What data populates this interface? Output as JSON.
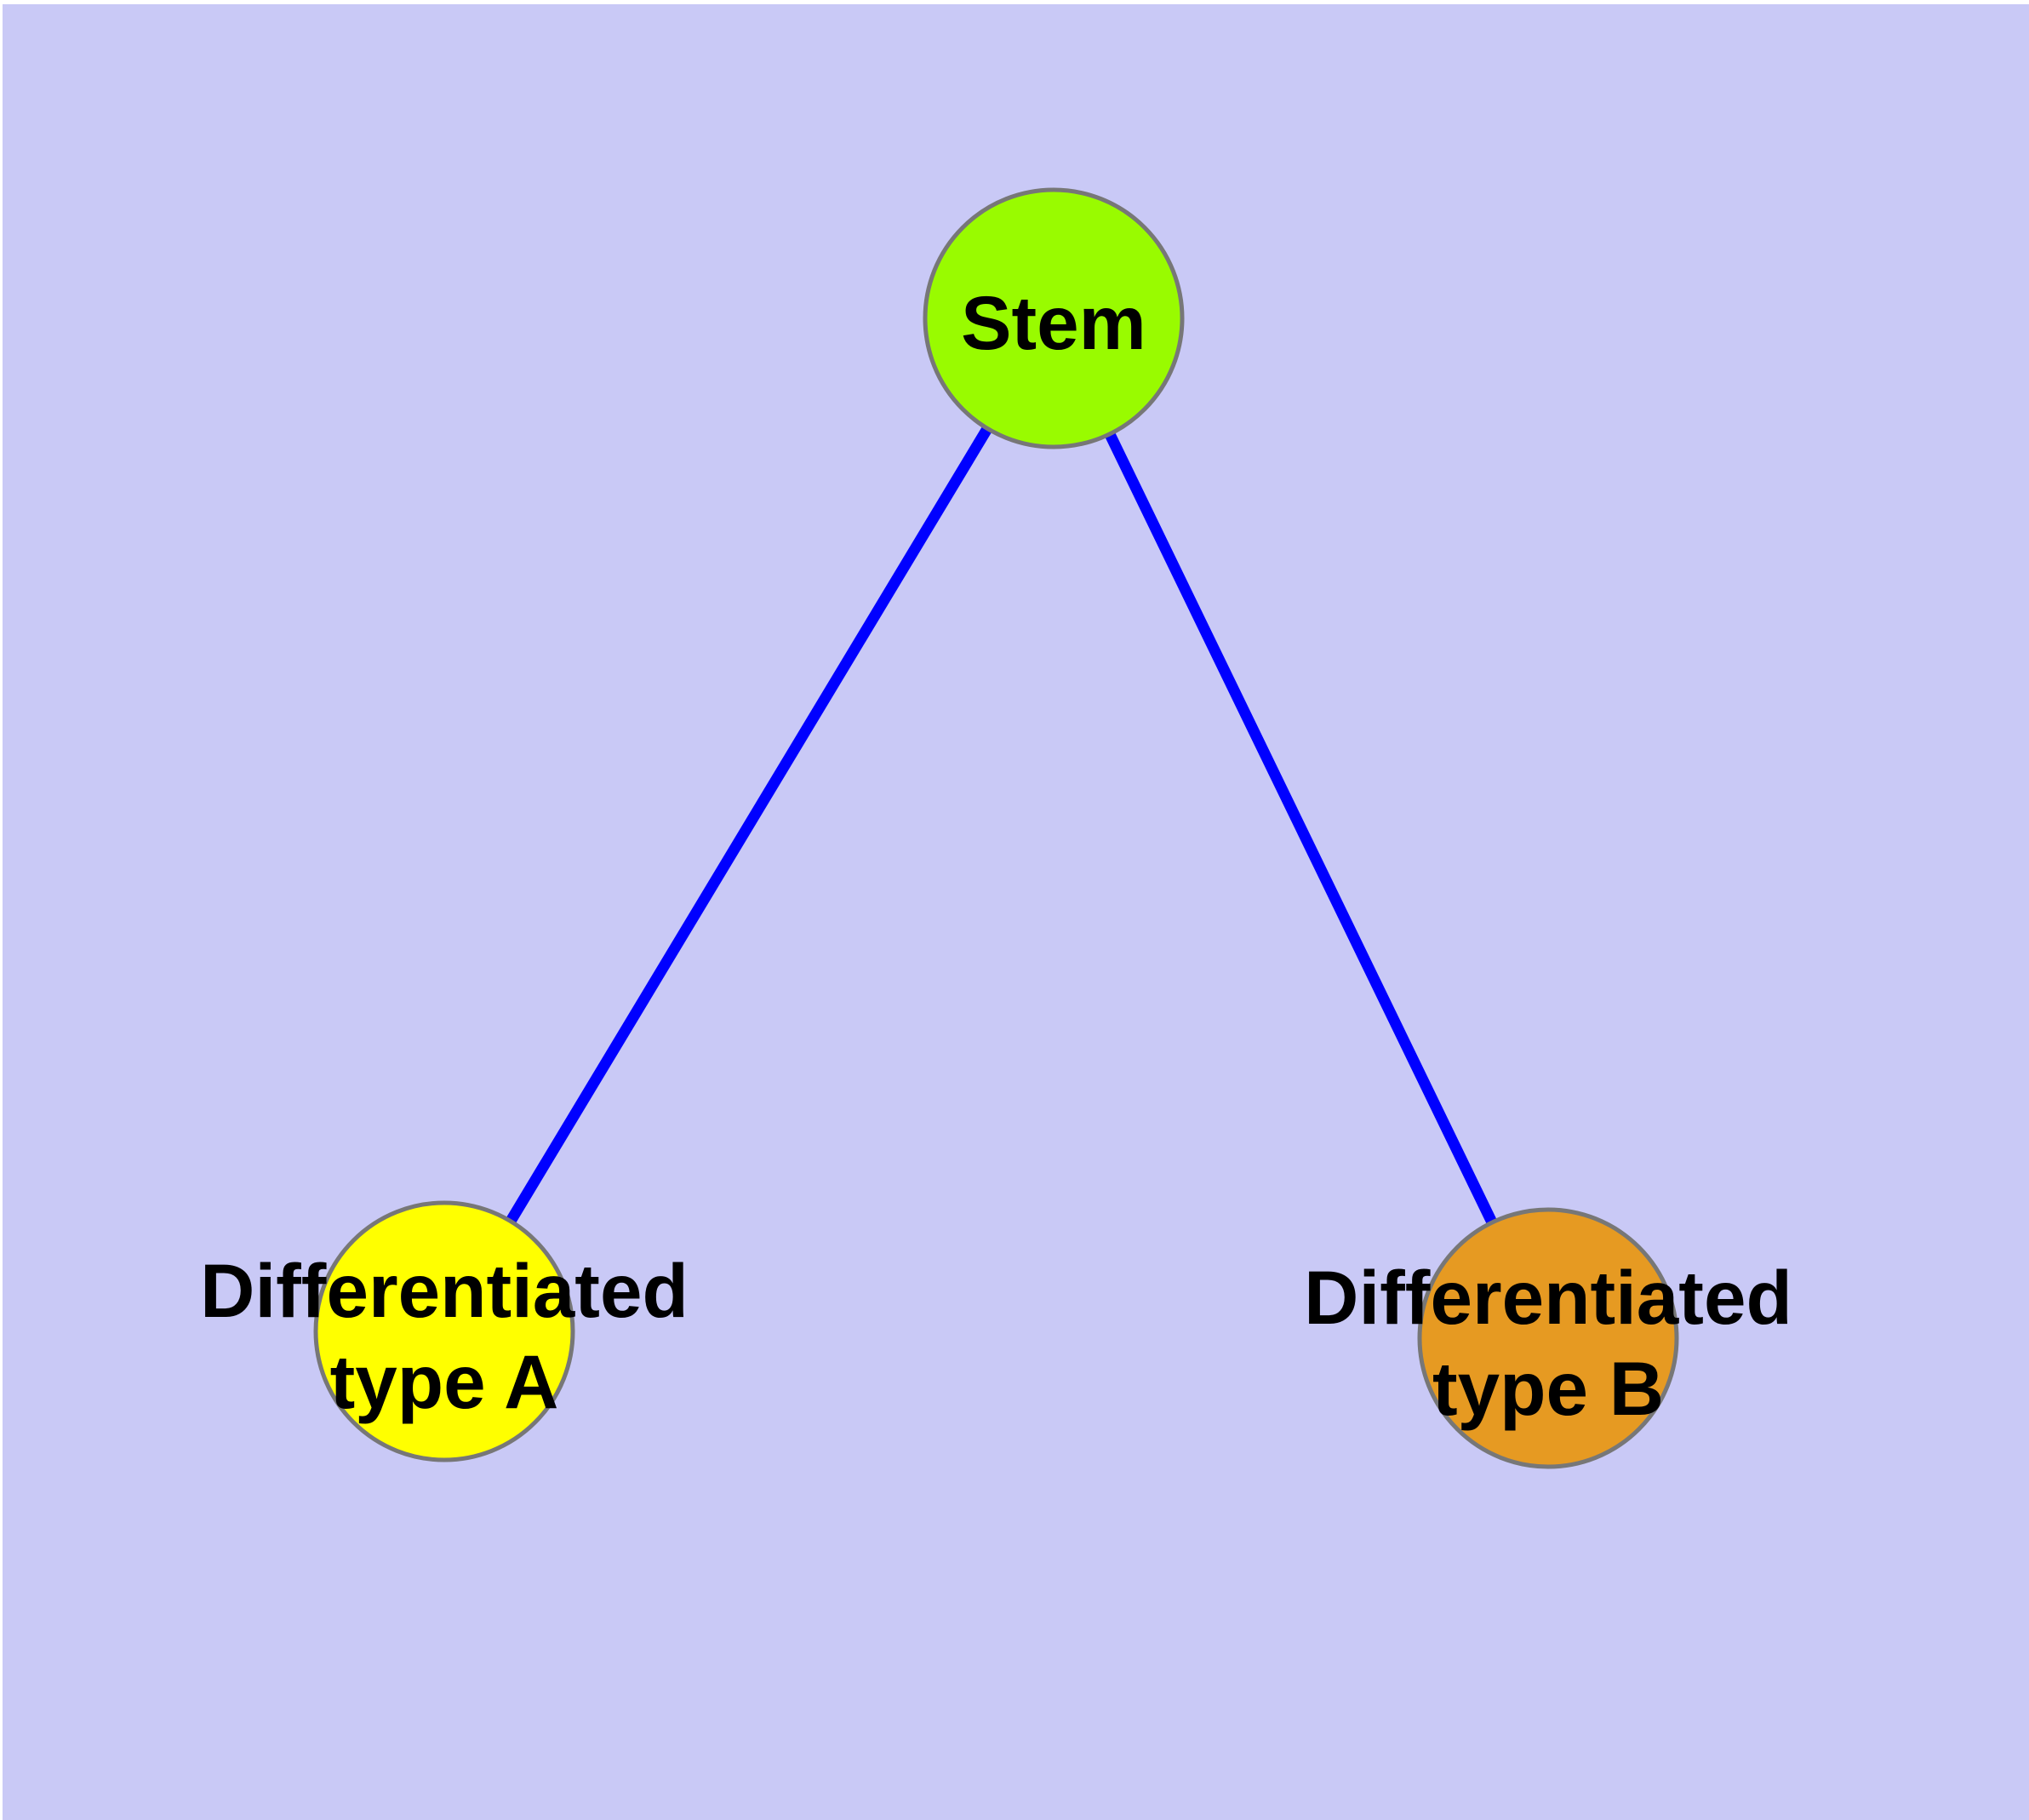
{
  "diagram": {
    "background_color": "#C9C9F6",
    "edge_color": "#0000FF",
    "node_border_color": "#777777",
    "label_color": "#000000",
    "nodes": [
      {
        "id": "stem",
        "label": "Stem",
        "color": "#99FB00"
      },
      {
        "id": "differentiated-type-a",
        "label_line1": "Differentiated",
        "label_line2": "type A",
        "color": "#FFFF00"
      },
      {
        "id": "differentiated-type-b",
        "label_line1": "Differentiated",
        "label_line2": "type B",
        "color": "#E69A22"
      }
    ],
    "edges": [
      {
        "from": "Stem",
        "to": "Differentiated type A"
      },
      {
        "from": "Stem",
        "to": "Differentiated type B"
      }
    ]
  }
}
